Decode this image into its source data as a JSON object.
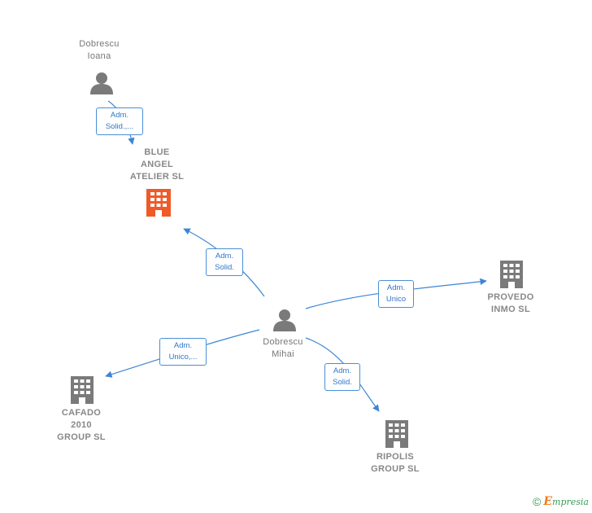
{
  "nodes": {
    "ioana": {
      "label": "Dobrescu\nIoana",
      "type": "person",
      "icon": "person-icon"
    },
    "blue_angel": {
      "label": "BLUE\nANGEL\nATELIER  SL",
      "type": "company",
      "highlight": true,
      "icon": "building-icon"
    },
    "mihai": {
      "label": "Dobrescu\nMihai",
      "type": "person",
      "icon": "person-icon"
    },
    "provedo": {
      "label": "PROVEDO\nINMO  SL",
      "type": "company",
      "icon": "building-icon"
    },
    "cafado": {
      "label": "CAFADO\n2010\nGROUP SL",
      "type": "company",
      "icon": "building-icon"
    },
    "ripolis": {
      "label": "RIPOLIS\nGROUP SL",
      "type": "company",
      "icon": "building-icon"
    }
  },
  "edges": {
    "ioana_blue": {
      "from": "ioana",
      "to": "blue_angel",
      "label": "Adm.\nSolid.,..."
    },
    "mihai_blue": {
      "from": "mihai",
      "to": "blue_angel",
      "label": "Adm.\nSolid."
    },
    "mihai_provedo": {
      "from": "mihai",
      "to": "provedo",
      "label": "Adm.\nUnico"
    },
    "mihai_cafado": {
      "from": "mihai",
      "to": "cafado",
      "label": "Adm.\nUnico,..."
    },
    "mihai_ripolis": {
      "from": "mihai",
      "to": "ripolis",
      "label": "Adm.\nSolid."
    }
  },
  "colors": {
    "edge": "#3d85d6",
    "person": "#7a7a7a",
    "company": "#7a7a7a",
    "highlight_company": "#f05a28"
  },
  "footer": {
    "copyright_symbol": "©",
    "brand_first": "E",
    "brand_rest": "mpresia"
  }
}
